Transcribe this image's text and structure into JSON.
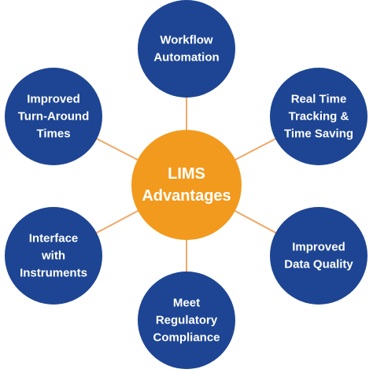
{
  "colors": {
    "outer_node_fill": "#1d4593",
    "center_node_fill": "#f29a1d",
    "connector": "#f0a868",
    "text": "#ffffff"
  },
  "center": {
    "lines": [
      "LIMS",
      "Advantages"
    ]
  },
  "nodes": [
    {
      "id": "workflow-automation",
      "lines": [
        "Workflow",
        "Automation"
      ]
    },
    {
      "id": "real-time-tracking",
      "lines": [
        "Real Time",
        "Tracking &",
        "Time Saving"
      ]
    },
    {
      "id": "improved-data-quality",
      "lines": [
        "Improved",
        "Data Quality"
      ]
    },
    {
      "id": "meet-regulatory-compliance",
      "lines": [
        "Meet",
        "Regulatory",
        "Compliance"
      ]
    },
    {
      "id": "interface-with-instruments",
      "lines": [
        "Interface",
        "with",
        "Instruments"
      ]
    },
    {
      "id": "improved-turn-around-times",
      "lines": [
        "Improved",
        "Turn-Around",
        "Times"
      ]
    }
  ]
}
